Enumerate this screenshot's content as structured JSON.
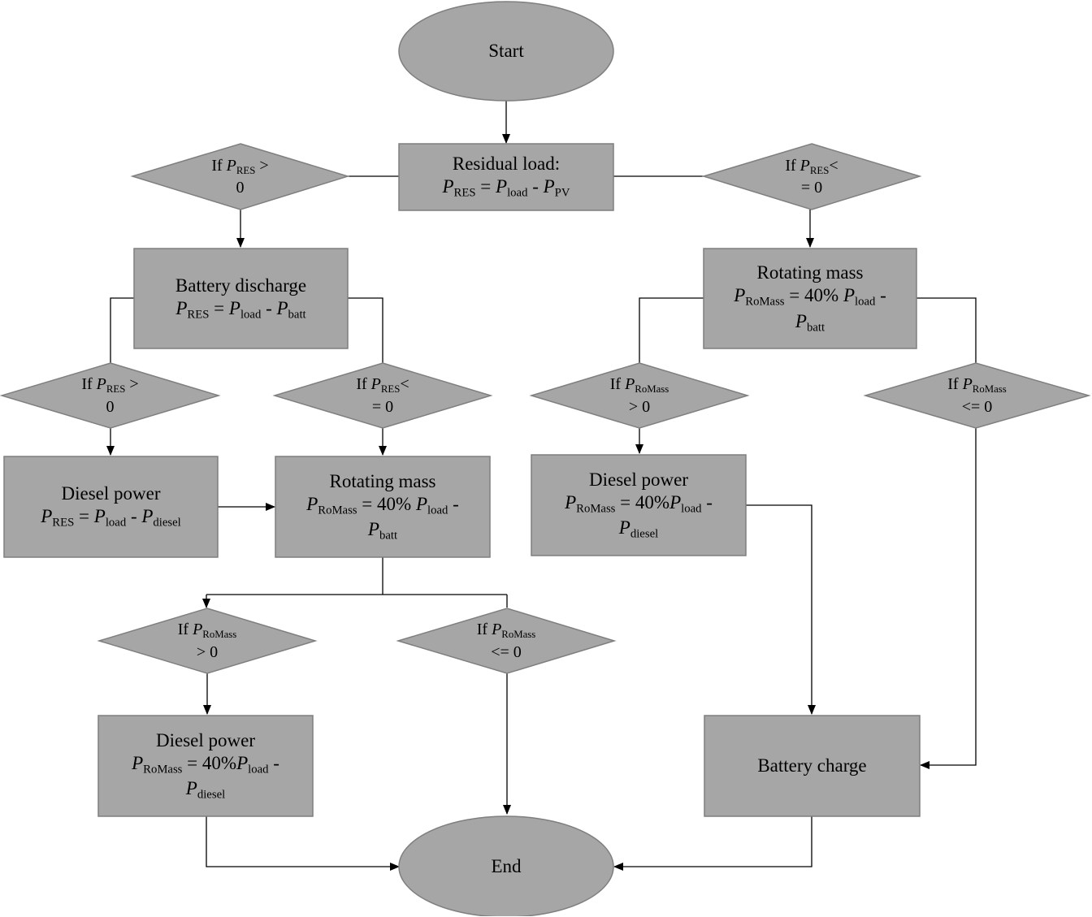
{
  "nodes": {
    "start": "Start",
    "end": "End",
    "residual_title": "Residual load:",
    "battery_discharge_title": "Battery discharge",
    "rotating_mass_title": "Rotating mass",
    "diesel_power_title": "Diesel power",
    "battery_charge_title": "Battery charge"
  },
  "sym": {
    "p": "P",
    "res": "RES",
    "load": "load",
    "pv": "PV",
    "batt": "batt",
    "diesel": "diesel",
    "romass": "RoMass",
    "eq": " = ",
    "minus": " - ",
    "minus_trail": " -",
    "pct40": " = 40% ",
    "pct40_tight": " = 40%",
    "if": "If ",
    "gt": " >",
    "lt": "<",
    "gt0": "> 0",
    "le0": "<= 0",
    "eq0": "= 0",
    "zero": "0"
  },
  "colors": {
    "fill": "#a6a6a6",
    "stroke": "#7f7f7f",
    "line": "#000000"
  }
}
